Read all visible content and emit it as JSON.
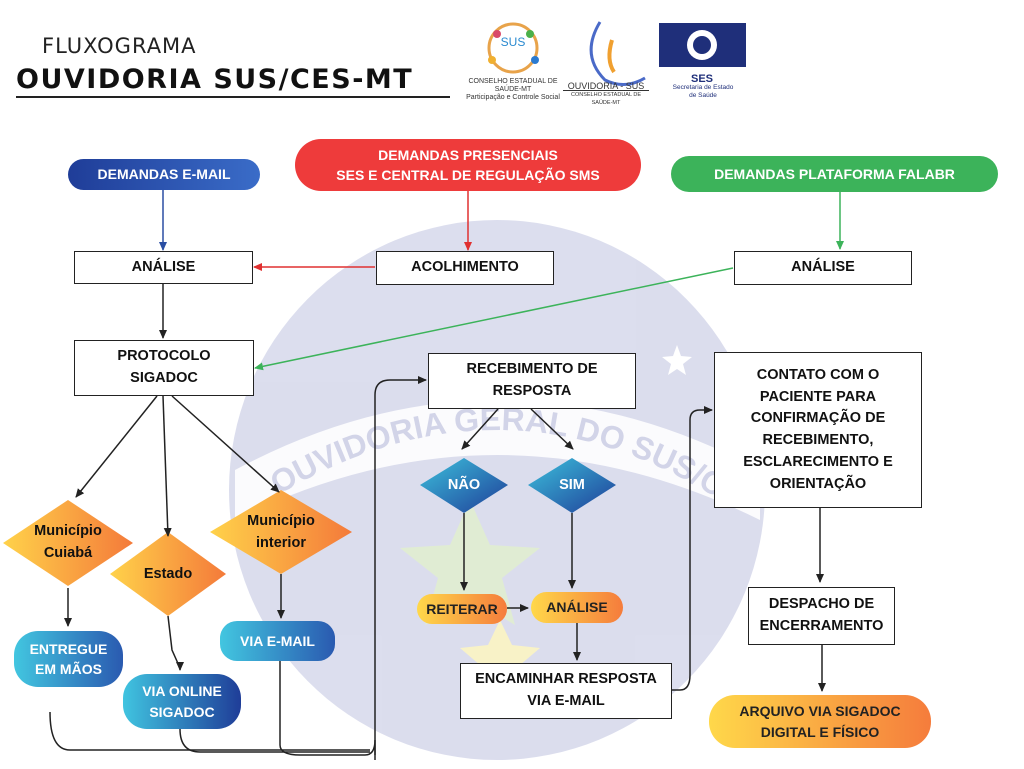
{
  "header": {
    "subtitle": "FLUXOGRAMA",
    "title": "OUVIDORIA SUS/CES-MT"
  },
  "logos": {
    "ces": {
      "badge": "SUS",
      "line1": "CONSELHO ESTADUAL DE SAÚDE-MT",
      "line2": "Participação e Controle Social"
    },
    "ouvidoria": {
      "line1": "OUVIDORIA - SUS",
      "line2": "CONSELHO ESTADUAL DE SAÚDE-MT"
    },
    "ses": {
      "abbr": "SES",
      "line1": "Secretaria de Estado",
      "line2": "de Saúde"
    }
  },
  "watermark": "OUVIDORIA GERAL DO SUS/CES-MT",
  "nodes": {
    "demandas_email": "DEMANDAS E-MAIL",
    "demandas_presenciais": "DEMANDAS PRESENCIAIS\nSES E CENTRAL DE REGULAÇÃO SMS",
    "demandas_falabr": "DEMANDAS PLATAFORMA FALABR",
    "analise_left": "ANÁLISE",
    "acolhimento": "ACOLHIMENTO",
    "analise_right": "ANÁLISE",
    "protocolo": "PROTOCOLO\nSIGADOC",
    "municipio_cuiaba": "Município\nCuiabá",
    "estado": "Estado",
    "municipio_interior": "Município\ninterior",
    "entregue_maos": "ENTREGUE\nEM MÃOS",
    "via_online": "VIA ONLINE\nSIGADOC",
    "via_email": "VIA E-MAIL",
    "recebimento": "RECEBIMENTO DE\nRESPOSTA",
    "nao": "NÃO",
    "sim": "SIM",
    "reiterar": "REITERAR",
    "analise_mid": "ANÁLISE",
    "encaminhar": "ENCAMINHAR RESPOSTA\nVIA E-MAIL",
    "contato": "CONTATO COM O\nPACIENTE PARA\nCONFIRMAÇÃO DE\nRECEBIMENTO,\nESCLARECIMENTO E\nORIENTAÇÃO",
    "despacho": "DESPACHO DE\nENCERRAMENTO",
    "arquivo": "ARQUIVO VIA SIGADOC\nDIGITAL E FÍSICO"
  },
  "colors": {
    "email_blue": "#2a4ea3",
    "presencial_red": "#ee3b3b",
    "falabr_green": "#3cb35a",
    "arrow_blue": "#2a4ea3",
    "arrow_red": "#e03030",
    "arrow_green": "#3cb35a",
    "diamond_orange_start": "#ffc53d",
    "diamond_orange_end": "#f47a3a",
    "pill_teal": "#3cc0dc",
    "pill_navy": "#1f3d98",
    "watermark_blue": "#c9cbe3"
  }
}
